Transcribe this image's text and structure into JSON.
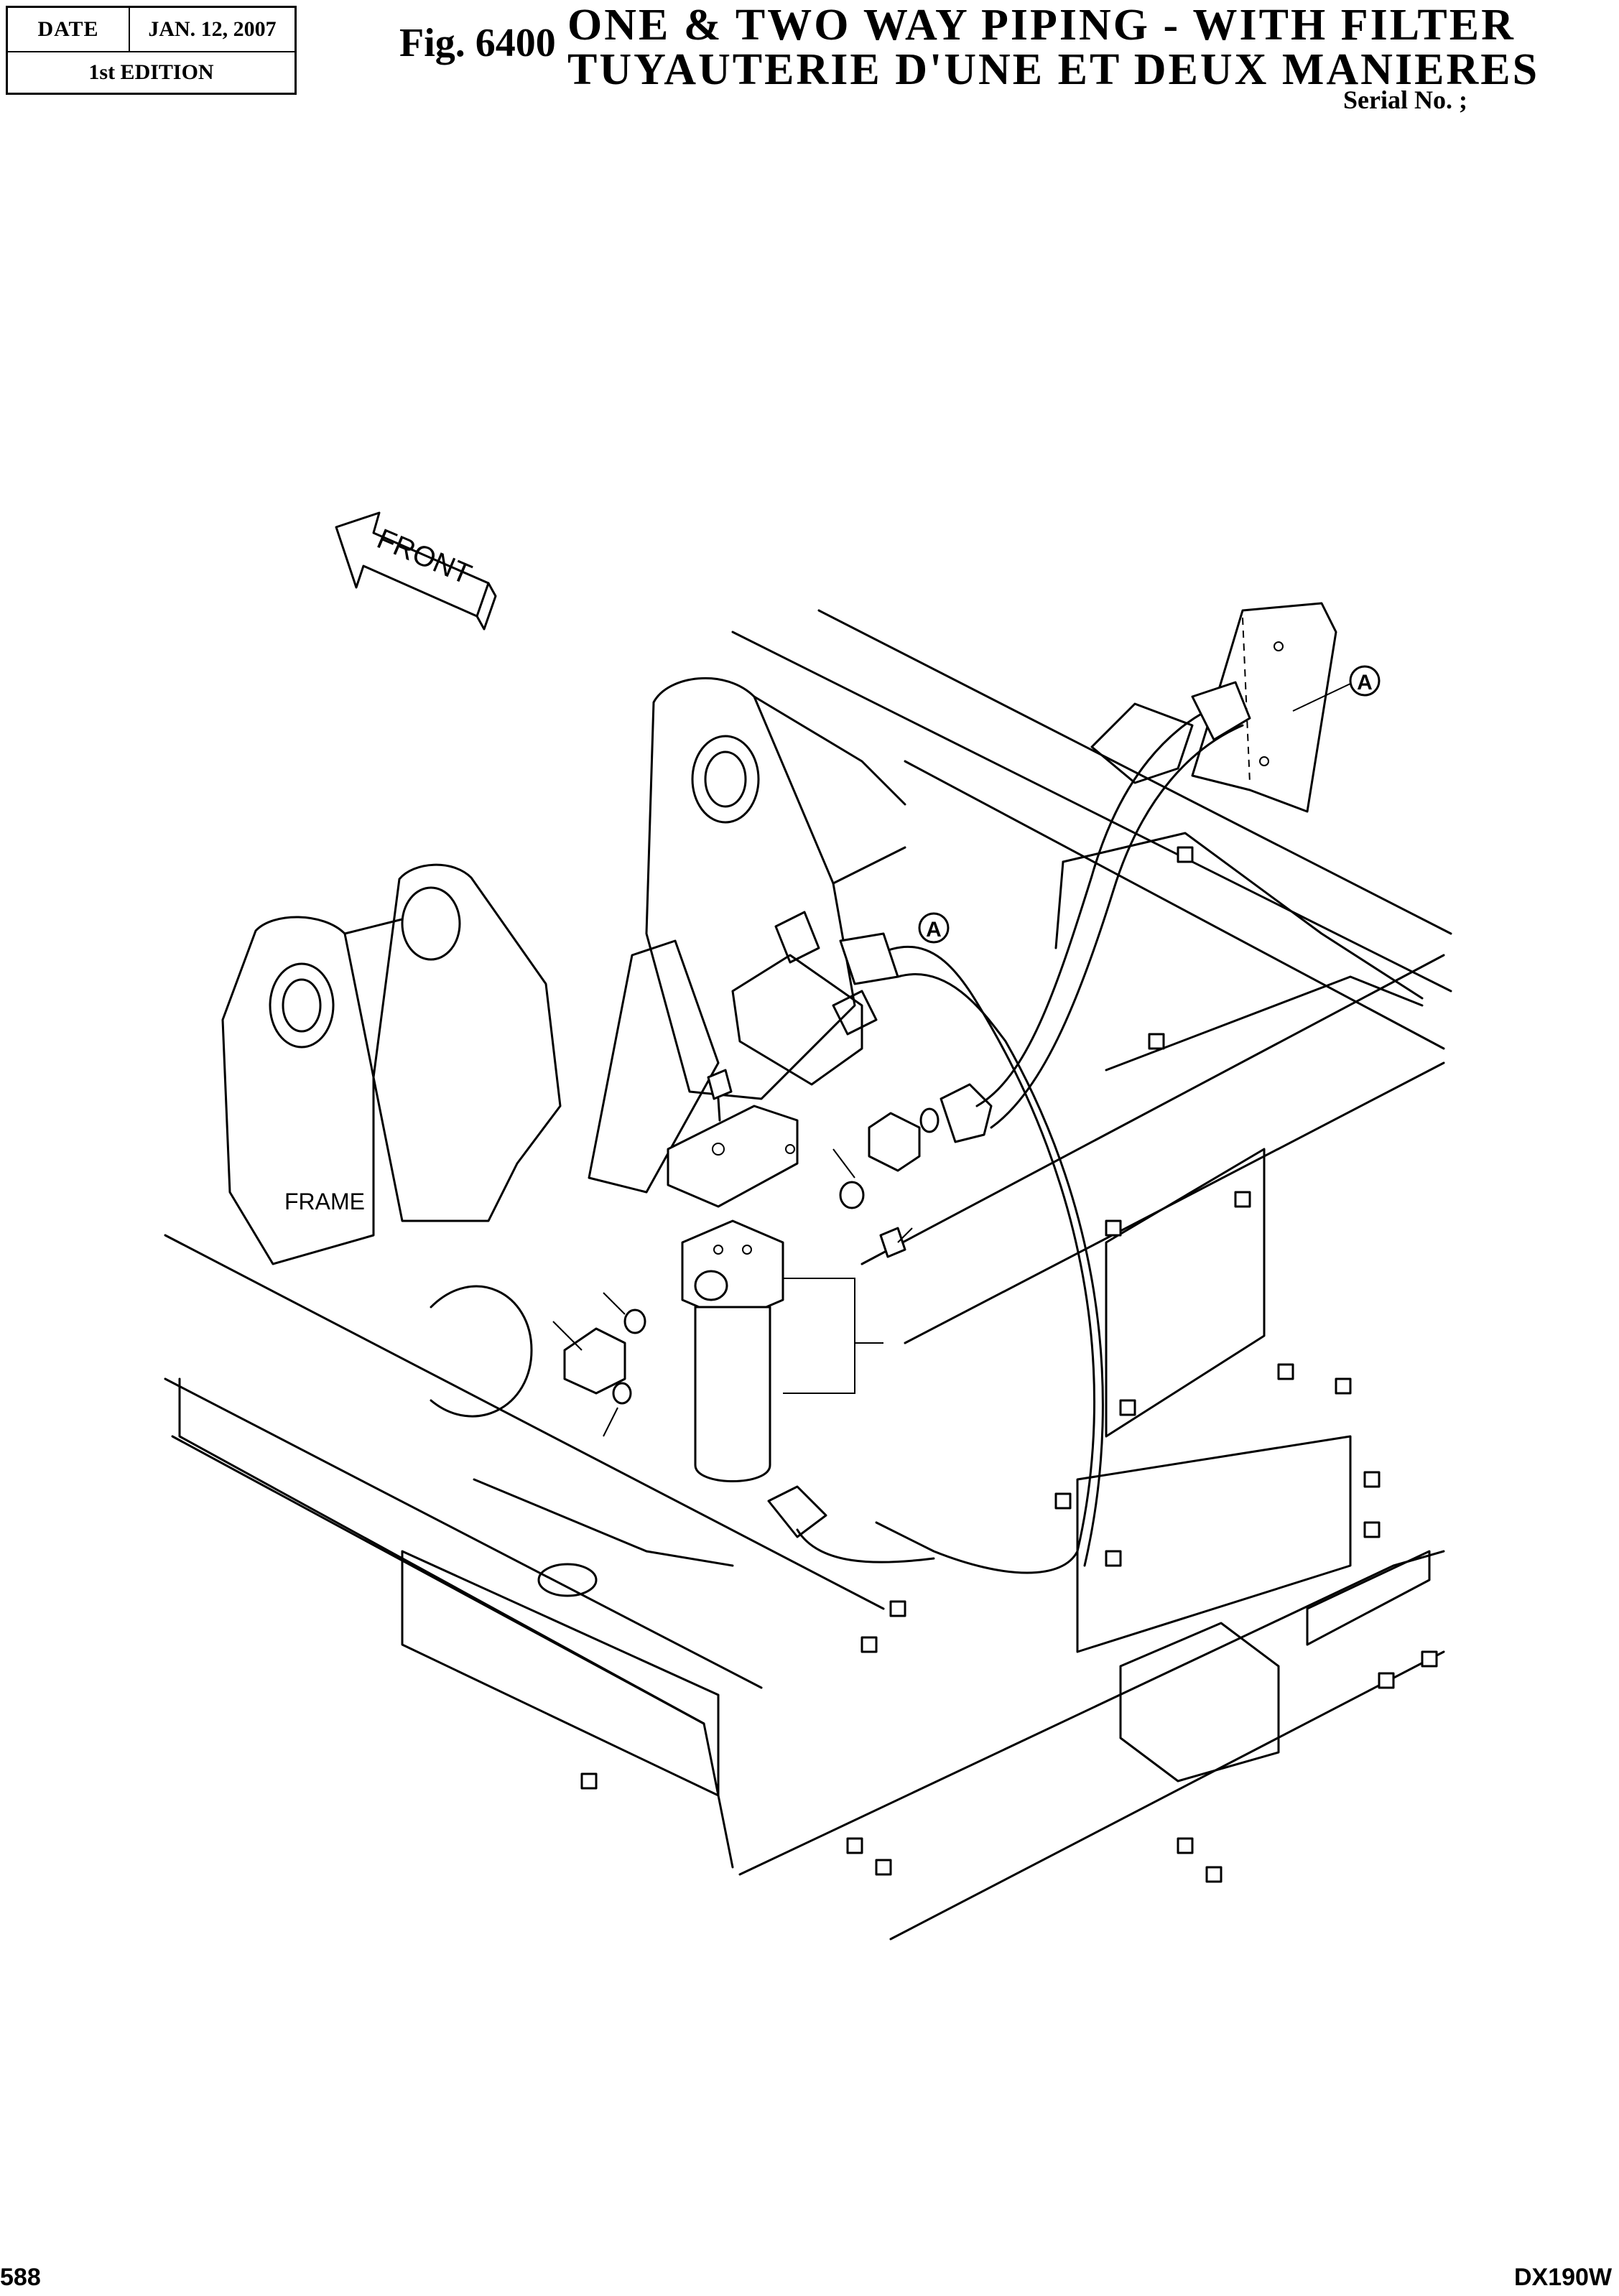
{
  "header": {
    "date_label": "DATE",
    "date_value": "JAN. 12, 2007",
    "edition": "1st EDITION",
    "fig_number": "Fig. 6400",
    "title_en": "ONE & TWO WAY PIPING - WITH FILTER",
    "title_fr": "TUYAUTERIE D'UNE ET DEUX MANIERES",
    "serial": "Serial No. ;"
  },
  "diagram": {
    "front_arrow_text": "FRONT",
    "frame_label": "FRAME",
    "connection_marker_1": "A",
    "connection_marker_2": "A"
  },
  "footer": {
    "page_number": "588",
    "model": "DX190W"
  }
}
